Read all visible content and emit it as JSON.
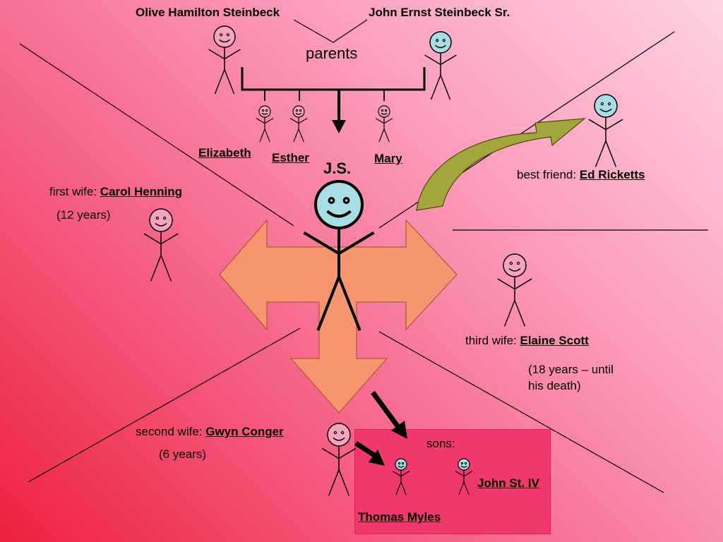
{
  "parents": {
    "mother": "Olive Hamilton Steinbeck",
    "father": "John Ernst Steinbeck Sr.",
    "label": "parents"
  },
  "siblings": {
    "elizabeth": "Elizabeth",
    "esther": "Esther",
    "mary": "Mary"
  },
  "center": {
    "label": "J.S."
  },
  "best_friend": {
    "prefix": "best friend:",
    "name": "Ed Ricketts"
  },
  "first_wife": {
    "prefix": "first  wife:",
    "name": "Carol Henning",
    "duration": "(12 years)"
  },
  "second_wife": {
    "prefix": "second wife:",
    "name": "Gwyn Conger",
    "duration": "(6 years)"
  },
  "third_wife": {
    "prefix": "third wife:",
    "name": "Elaine Scott",
    "duration_line1": "(18 years – until",
    "duration_line2": "his death)"
  },
  "sons": {
    "label": "sons:",
    "son1": "Thomas Myles",
    "son2": "John St. IV"
  },
  "colors": {
    "pink_face": "#f6a3bf",
    "blue_face": "#a8dde4",
    "big_arrow": "#f7956f",
    "curved_arrow": "#a3a63a",
    "sons_box": "#f0396a"
  }
}
